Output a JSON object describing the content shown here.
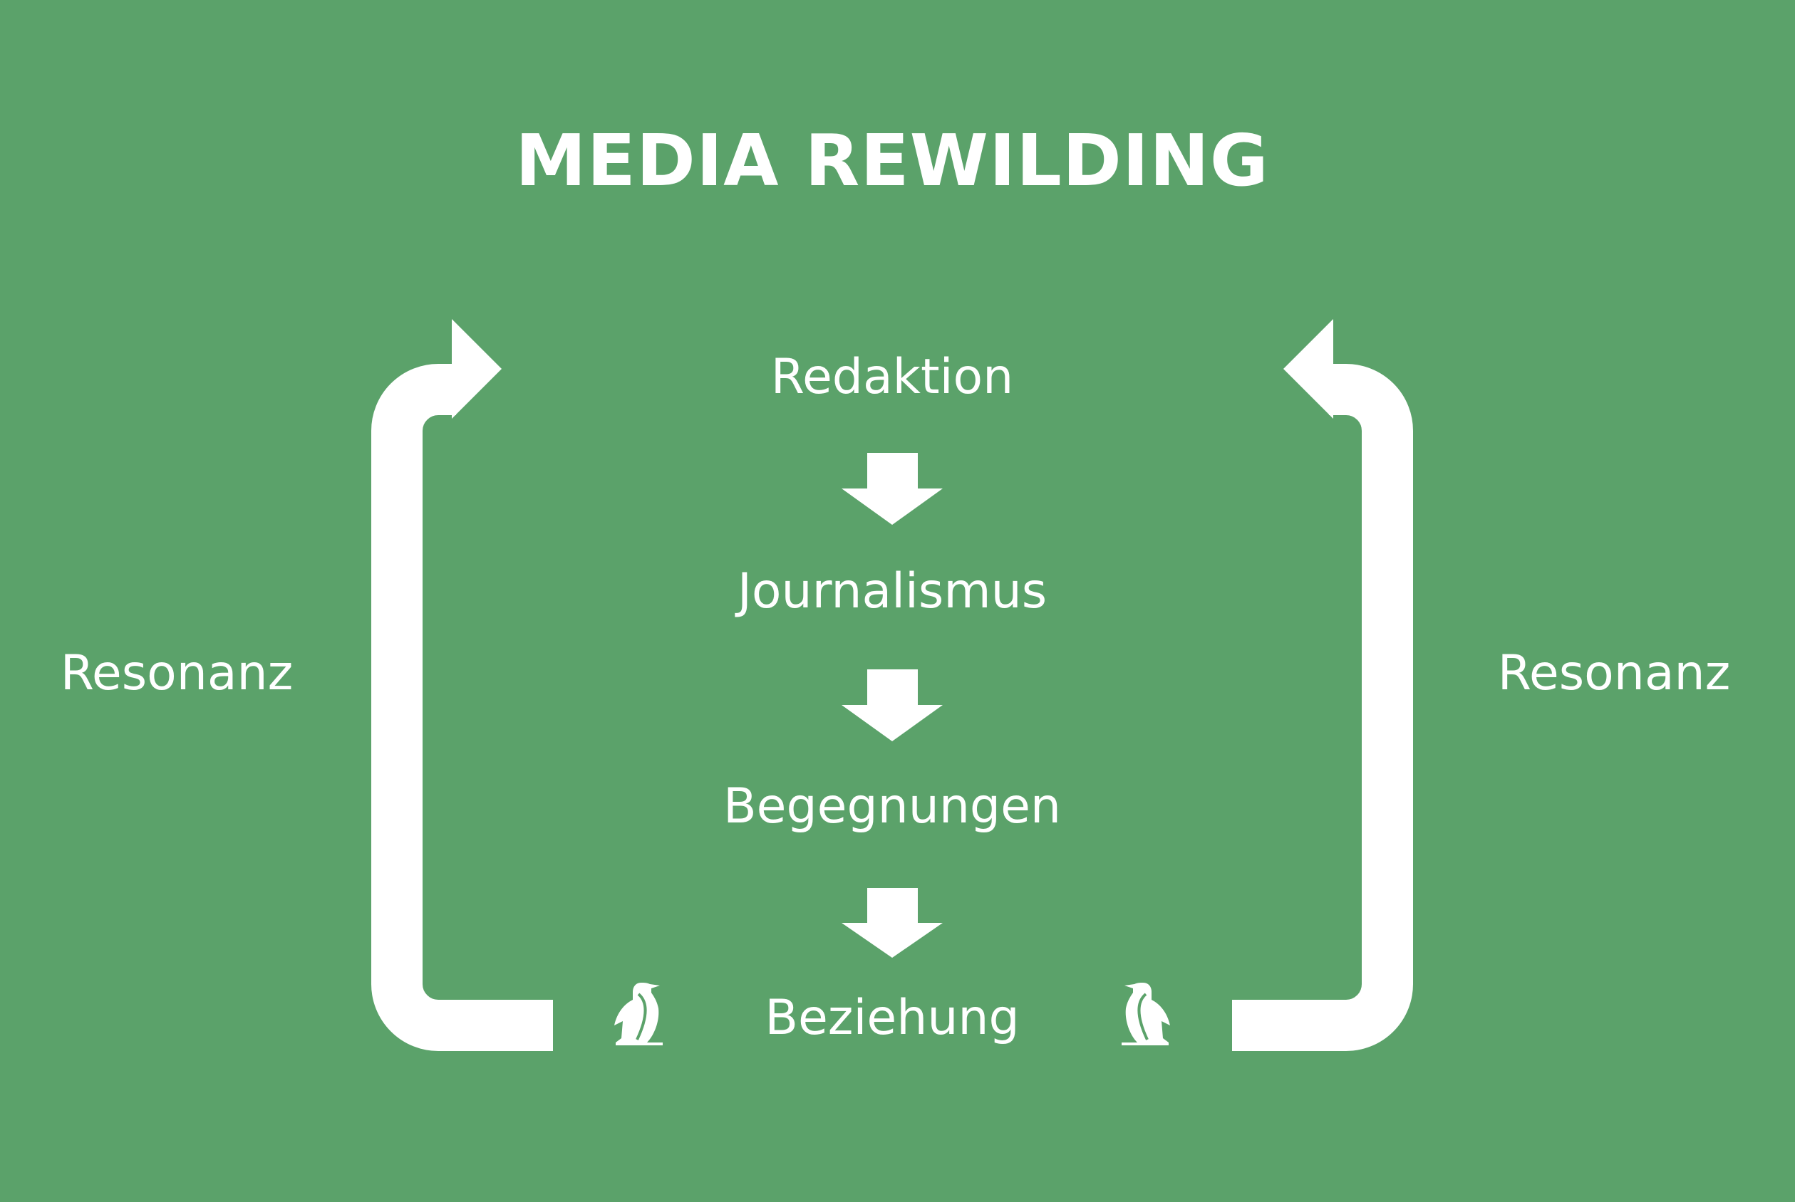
{
  "title": "MEDIA REWILDING",
  "steps": [
    "Redaktion",
    "Journalismus",
    "Begegnungen",
    "Beziehung"
  ],
  "side_labels": {
    "left": "Resonanz",
    "right": "Resonanz"
  },
  "icons": {
    "left": "penguin-icon",
    "right": "penguin-icon"
  },
  "colors": {
    "background": "#5ba26a",
    "foreground": "#ffffff"
  }
}
